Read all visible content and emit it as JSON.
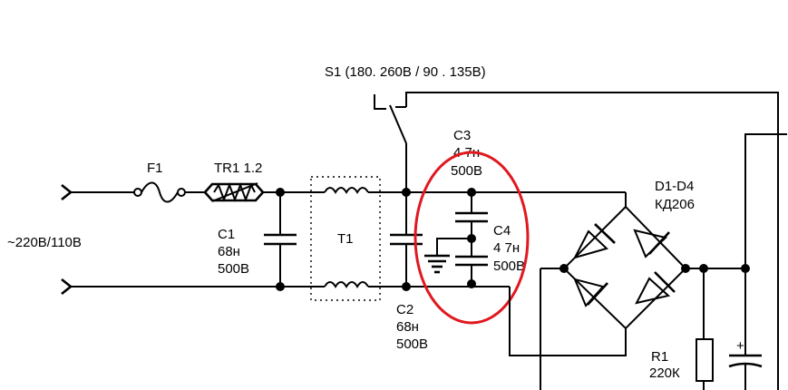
{
  "switch_label": "S1 (180. 260В / 90 . 135В)",
  "input_label": "~220В/110В",
  "f1": {
    "name": "F1"
  },
  "tr1": {
    "name": "TR1 1.2"
  },
  "c1": {
    "name": "C1",
    "value": "68н",
    "voltage": "500В"
  },
  "t1": {
    "name": "T1"
  },
  "c2": {
    "name": "C2",
    "value": "68н",
    "voltage": "500В"
  },
  "c3": {
    "name": "C3",
    "value": "4 7н",
    "voltage": "500В"
  },
  "c4": {
    "name": "C4",
    "value": "4 7н",
    "voltage": "500В"
  },
  "bridge": {
    "name": "D1-D4",
    "part": "КД206"
  },
  "r1": {
    "name": "R1",
    "value": "220К"
  },
  "electrolytic_mark": "+",
  "highlight_color": "#e0181f"
}
